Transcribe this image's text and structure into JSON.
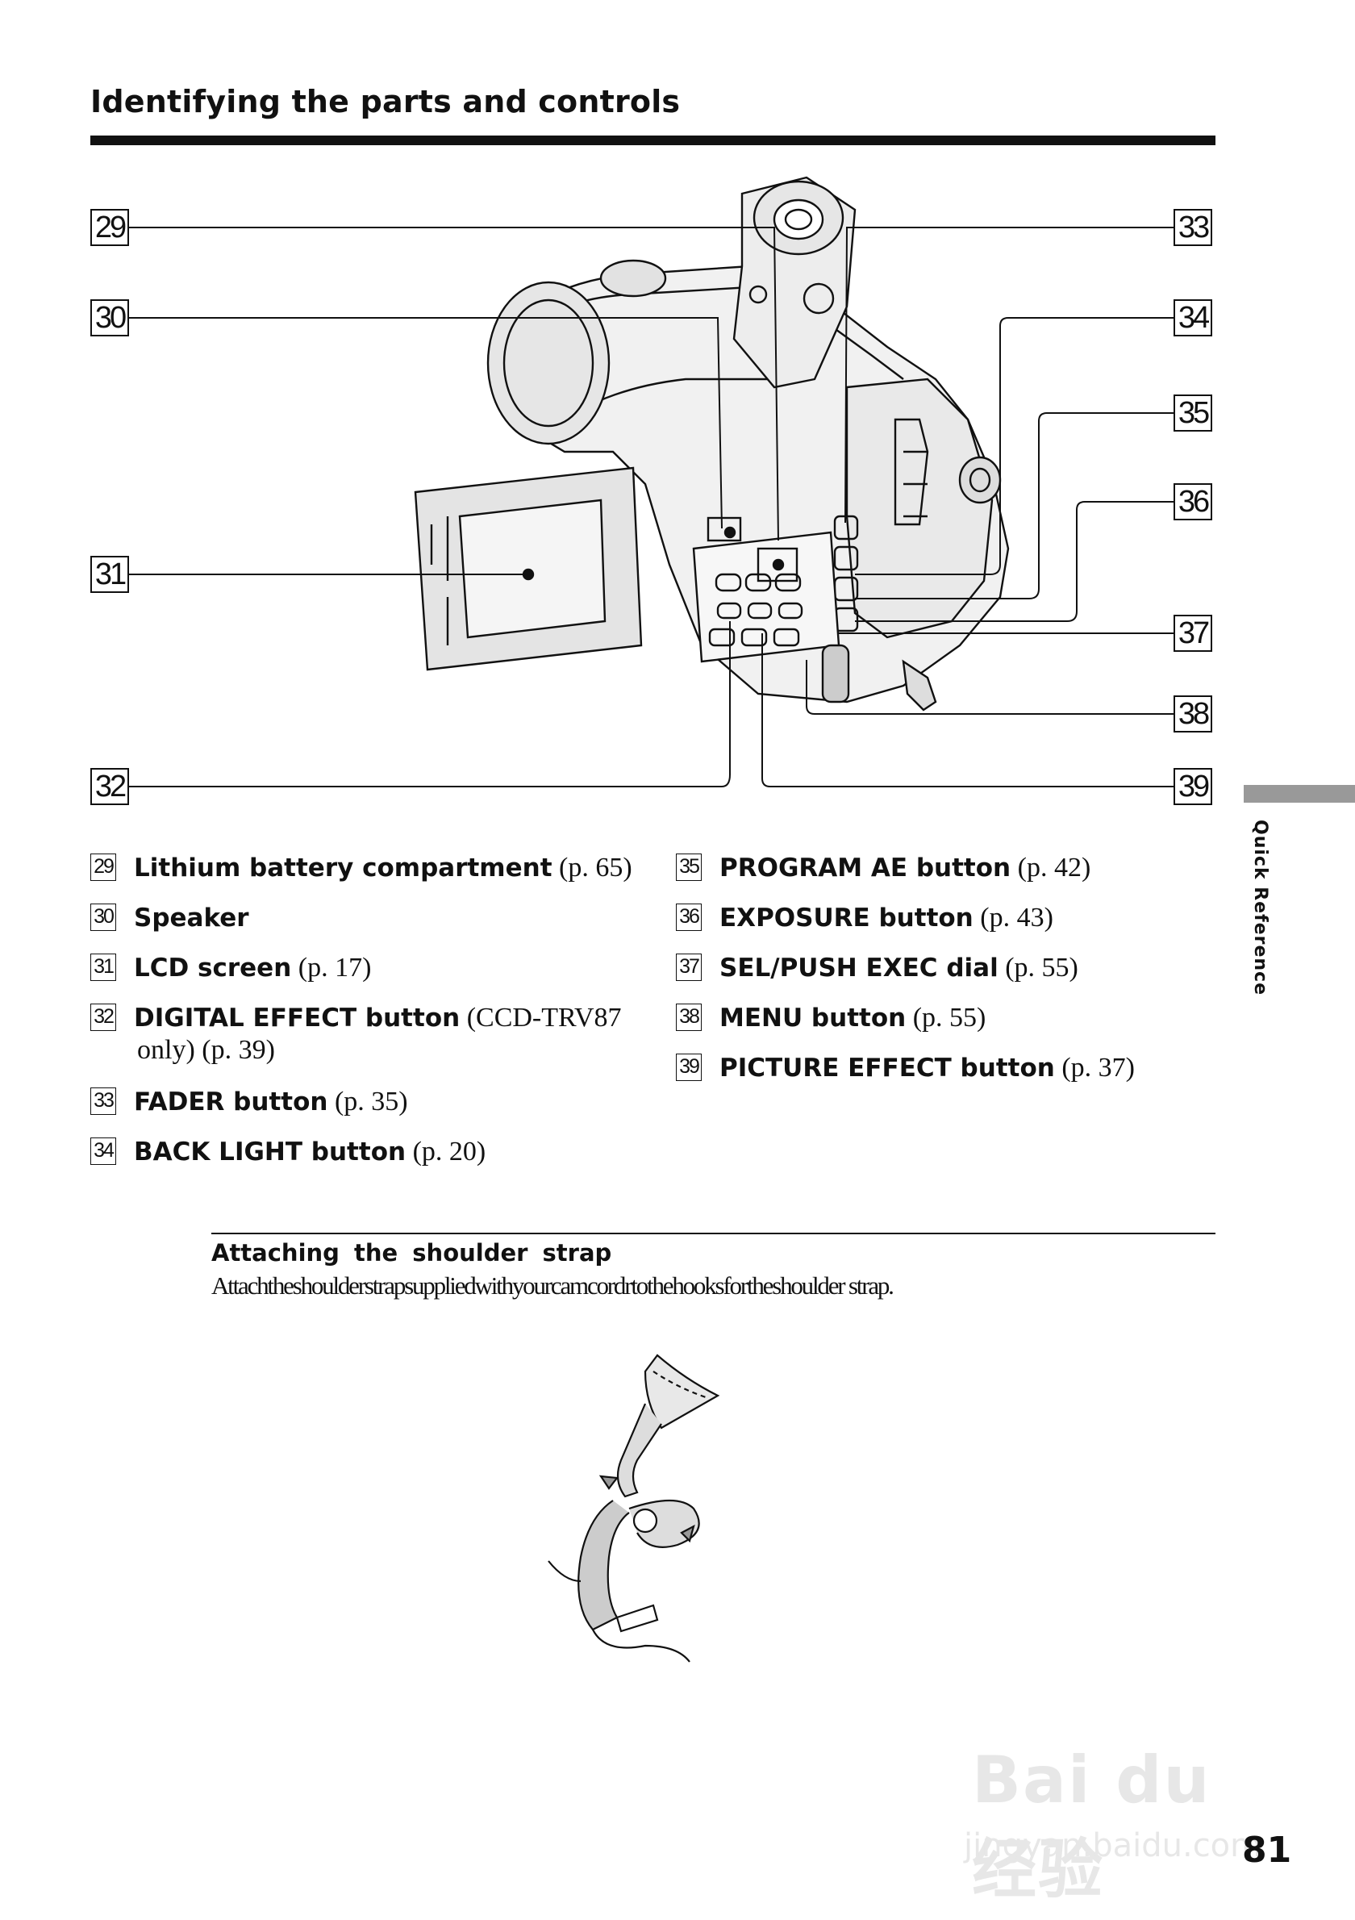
{
  "header": {
    "title": "Identifying the parts and controls"
  },
  "figure": {
    "callouts": [
      "29",
      "30",
      "31",
      "32",
      "33",
      "34",
      "35",
      "36",
      "37",
      "38",
      "39"
    ]
  },
  "legend": {
    "left": [
      {
        "num": "29",
        "name": "Lithium battery compartment",
        "ref": " (p. 65)",
        "cont": ""
      },
      {
        "num": "30",
        "name": "Speaker",
        "ref": "",
        "cont": ""
      },
      {
        "num": "31",
        "name": "LCD screen",
        "ref": " (p. 17)",
        "cont": ""
      },
      {
        "num": "32",
        "name": "DIGITAL EFFECT button",
        "ref": " (CCD-TRV87",
        "cont": "only) (p. 39)"
      },
      {
        "num": "33",
        "name": "FADER button",
        "ref": " (p. 35)",
        "cont": ""
      },
      {
        "num": "34",
        "name": "BACK LIGHT button",
        "ref": " (p. 20)",
        "cont": ""
      }
    ],
    "right": [
      {
        "num": "35",
        "name": "PROGRAM AE button",
        "ref": " (p. 42)"
      },
      {
        "num": "36",
        "name": "EXPOSURE button",
        "ref": " (p. 43)"
      },
      {
        "num": "37",
        "name": "SEL/PUSH EXEC dial",
        "ref": " (p. 55)"
      },
      {
        "num": "38",
        "name": "MENU button",
        "ref": " (p. 55)"
      },
      {
        "num": "39",
        "name": "PICTURE EFFECT button",
        "ref": " (p. 37)"
      }
    ]
  },
  "side_tab": {
    "label": "Quick Reference"
  },
  "strap_section": {
    "heading": "Attaching the shoulder strap",
    "body": "Attachtheshoulderstrapsuppliedwithyourcamcordrtothehooksfortheshoulder strap."
  },
  "watermark": {
    "logo": "Bai du 经验",
    "url": "jingyan.baidu.com"
  },
  "page_number": "81"
}
